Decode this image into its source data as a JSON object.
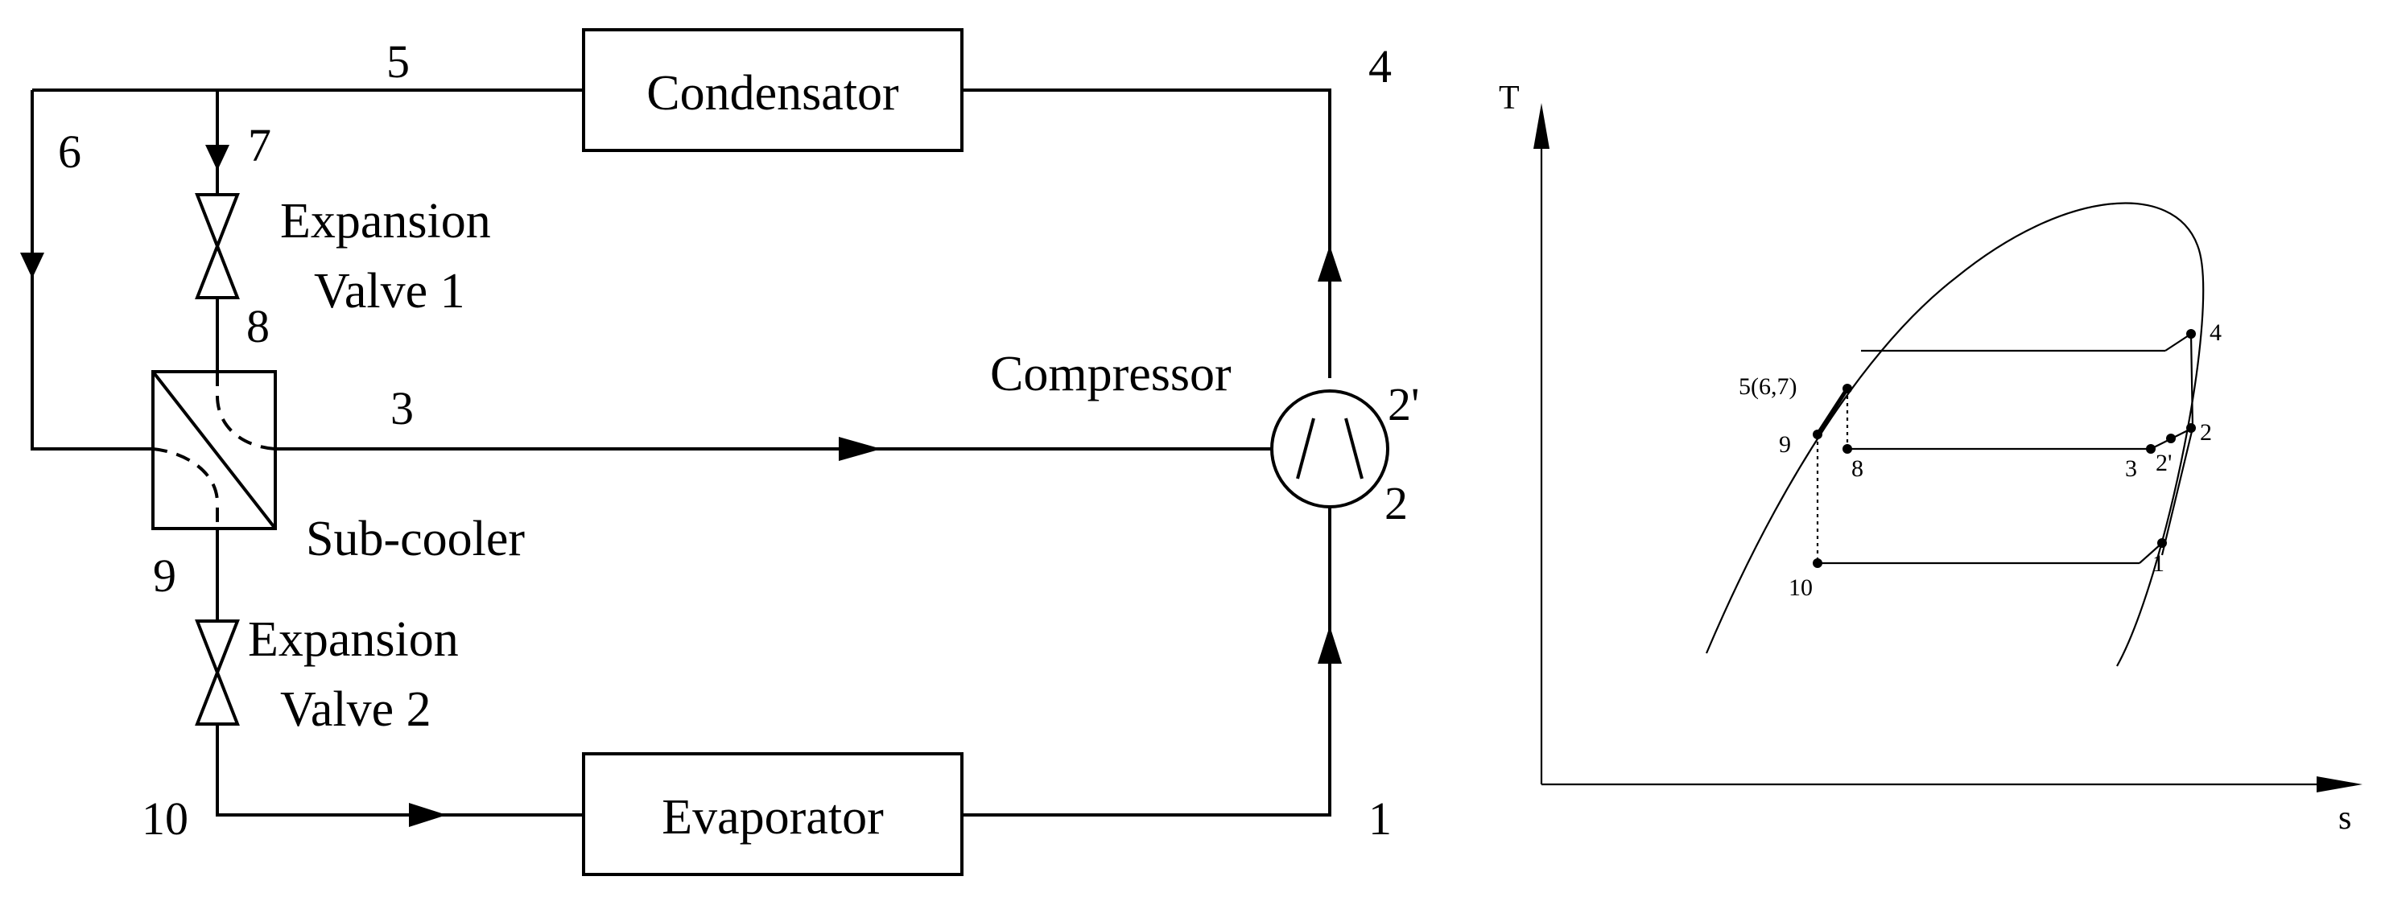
{
  "schematic": {
    "components": {
      "condensator": "Condensator",
      "evaporator": "Evaporator",
      "compressor": "Compressor",
      "subcooler": "Sub-cooler",
      "valve1_line1": "Expansion",
      "valve1_line2": "Valve 1",
      "valve2_line1": "Expansion",
      "valve2_line2": "Valve 2"
    },
    "states": {
      "s1": "1",
      "s2": "2",
      "s2p": "2'",
      "s3": "3",
      "s4": "4",
      "s5": "5",
      "s6": "6",
      "s7": "7",
      "s8": "8",
      "s9": "9",
      "s10": "10"
    }
  },
  "ts_diagram": {
    "axis_y": "T",
    "axis_x": "s",
    "points": {
      "p4": "4",
      "p567": "5(6,7)",
      "p9": "9",
      "p8": "8",
      "p3": "3",
      "p2p": "2'",
      "p2": "2",
      "p10": "10",
      "p1": "1"
    }
  }
}
